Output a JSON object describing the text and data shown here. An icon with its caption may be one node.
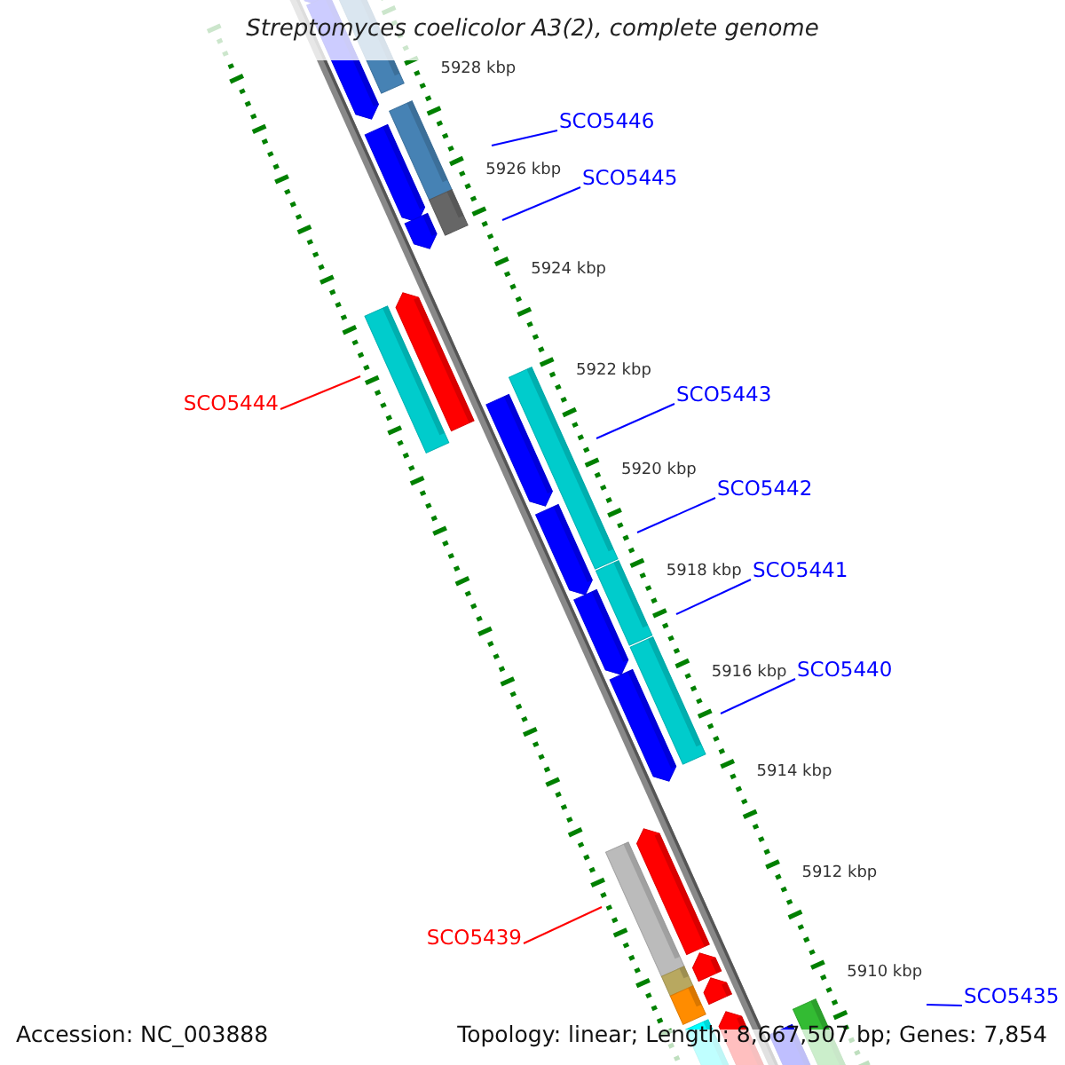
{
  "diagram": {
    "title": "Streptomyces coelicolor A3(2), complete genome",
    "nodes": [
      {
        "text": [
          "SCO5446"
        ]
      },
      {
        "text": [
          "SCO5445"
        ]
      },
      {
        "text": [
          "SCO5444"
        ]
      },
      {
        "text": [
          "SCO5443"
        ]
      },
      {
        "text": [
          "SCO5442"
        ]
      },
      {
        "text": [
          "SCO5441"
        ]
      },
      {
        "text": [
          "SCO5440"
        ]
      },
      {
        "text": [
          "SCO5439"
        ]
      },
      {
        "text": [
          "SCO5435"
        ]
      }
    ],
    "edges": [
      {
        "from": 0,
        "to": null,
        "arrow": "none"
      },
      {
        "from": 1,
        "to": null,
        "arrow": "none"
      },
      {
        "from": 2,
        "to": null,
        "arrow": "none",
        "color": "#ff0000"
      },
      {
        "from": 3,
        "to": null,
        "arrow": "none"
      },
      {
        "from": 4,
        "to": null,
        "arrow": "none"
      },
      {
        "from": 5,
        "to": null,
        "arrow": "none"
      },
      {
        "from": 6,
        "to": null,
        "arrow": "none"
      },
      {
        "from": 7,
        "to": null,
        "arrow": "none",
        "color": "#ff0000"
      },
      {
        "from": 8,
        "to": null,
        "arrow": "none"
      }
    ],
    "labels": [
      "5928 kbp",
      "5926 kbp",
      "5924 kbp",
      "5922 kbp",
      "5920 kbp",
      "5918 kbp",
      "5916 kbp",
      "5914 kbp",
      "5912 kbp",
      "5910 kbp",
      "Accession: NC_003888",
      "Topology: linear; Length: 8,667,507 bp; Genes: 7,854"
    ]
  }
}
